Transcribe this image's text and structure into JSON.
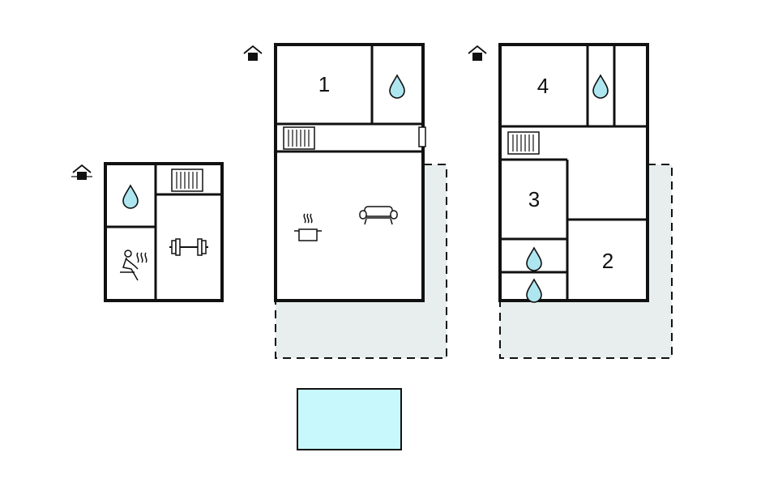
{
  "rooms": {
    "one": "1",
    "two": "2",
    "three": "3",
    "four": "4"
  },
  "icons": {
    "level": "floor-level-icon",
    "water": "water-drop-icon",
    "radiator": "radiator-icon",
    "sauna": "sauna-icon",
    "gym": "dumbbell-icon",
    "kitchen": "cooking-pot-icon",
    "living": "sofa-icon",
    "pool": "pool-icon"
  },
  "colors": {
    "wall": "#111111",
    "water": "#aee6f0",
    "terrace": "#e8eded",
    "pool": "#c8f8fc",
    "background": "#ffffff"
  }
}
